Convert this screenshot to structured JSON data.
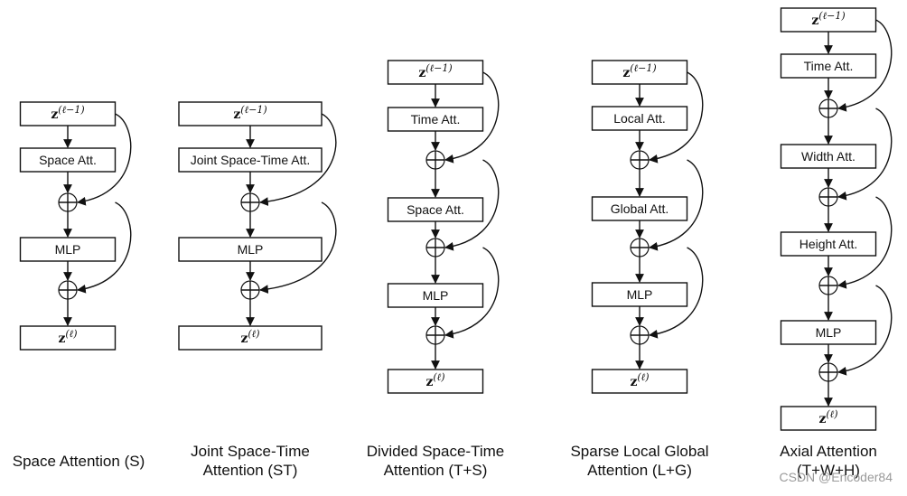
{
  "columns": [
    {
      "id": "space",
      "caption": [
        "Space Attention (S)"
      ],
      "nodes": [
        {
          "type": "z",
          "base": "z",
          "sup": "(ℓ−1)"
        },
        {
          "type": "box",
          "label": "Space Att."
        },
        {
          "type": "sum"
        },
        {
          "type": "box",
          "label": "MLP"
        },
        {
          "type": "sum"
        },
        {
          "type": "z",
          "base": "z",
          "sup": "(ℓ)"
        }
      ]
    },
    {
      "id": "joint",
      "caption": [
        "Joint Space-Time",
        "Attention (ST)"
      ],
      "nodes": [
        {
          "type": "z",
          "base": "z",
          "sup": "(ℓ−1)"
        },
        {
          "type": "box",
          "label": "Joint Space-Time Att."
        },
        {
          "type": "sum"
        },
        {
          "type": "box",
          "label": "MLP"
        },
        {
          "type": "sum"
        },
        {
          "type": "z",
          "base": "z",
          "sup": "(ℓ)"
        }
      ]
    },
    {
      "id": "divided",
      "caption": [
        "Divided Space-Time",
        "Attention (T+S)"
      ],
      "nodes": [
        {
          "type": "z",
          "base": "z",
          "sup": "(ℓ−1)"
        },
        {
          "type": "box",
          "label": "Time Att."
        },
        {
          "type": "sum"
        },
        {
          "type": "box",
          "label": "Space Att."
        },
        {
          "type": "sum"
        },
        {
          "type": "box",
          "label": "MLP"
        },
        {
          "type": "sum"
        },
        {
          "type": "z",
          "base": "z",
          "sup": "(ℓ)"
        }
      ]
    },
    {
      "id": "sparse",
      "caption": [
        "Sparse Local Global",
        "Attention (L+G)"
      ],
      "nodes": [
        {
          "type": "z",
          "base": "z",
          "sup": "(ℓ−1)"
        },
        {
          "type": "box",
          "label": "Local Att."
        },
        {
          "type": "sum"
        },
        {
          "type": "box",
          "label": "Global Att."
        },
        {
          "type": "sum"
        },
        {
          "type": "box",
          "label": "MLP"
        },
        {
          "type": "sum"
        },
        {
          "type": "z",
          "base": "z",
          "sup": "(ℓ)"
        }
      ]
    },
    {
      "id": "axial",
      "caption": [
        "Axial Attention",
        "(T+W+H)"
      ],
      "nodes": [
        {
          "type": "z",
          "base": "z",
          "sup": "(ℓ−1)"
        },
        {
          "type": "box",
          "label": "Time Att."
        },
        {
          "type": "sum"
        },
        {
          "type": "box",
          "label": "Width Att."
        },
        {
          "type": "sum"
        },
        {
          "type": "box",
          "label": "Height Att."
        },
        {
          "type": "sum"
        },
        {
          "type": "box",
          "label": "MLP"
        },
        {
          "type": "sum"
        },
        {
          "type": "z",
          "base": "z",
          "sup": "(ℓ)"
        }
      ]
    }
  ],
  "watermark": "CSDN @Encoder84"
}
